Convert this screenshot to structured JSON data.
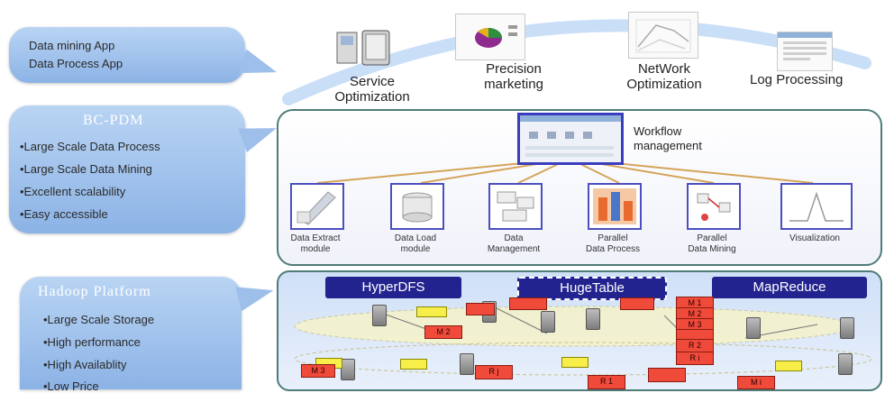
{
  "colors": {
    "callout_fill": "#9ebfe9",
    "panel_border": "#4e7c78",
    "module_border": "#4b4fbf",
    "header_fill": "#23238f",
    "red_node": "#ef4a3a",
    "yellow_node": "#f7ee4a",
    "connector": "#d4a45a"
  },
  "left": {
    "app_callout": {
      "lines": [
        "Data mining App",
        "Data Process App"
      ]
    },
    "bcpdm": {
      "title": "BC-PDM",
      "bullets": [
        "•Large Scale Data Process",
        "•Large Scale Data Mining",
        "•Excellent scalability",
        "•Easy accessible"
      ]
    },
    "hadoop": {
      "title": "Hadoop Platform",
      "bullets": [
        "•Large Scale Storage",
        "•High performance",
        "•High Availablity",
        "•Low Price"
      ]
    }
  },
  "apps": [
    {
      "line1": "Service",
      "line2": "Optimization"
    },
    {
      "line1": "Precision",
      "line2": "marketing"
    },
    {
      "line1": "NetWork",
      "line2": "Optimization"
    },
    {
      "line1": "Log Processing",
      "line2": ""
    }
  ],
  "workflow": {
    "line1": "Workflow",
    "line2": "management"
  },
  "modules": [
    {
      "line1": "Data Extract",
      "line2": "module"
    },
    {
      "line1": "Data Load",
      "line2": "module"
    },
    {
      "line1": "Data",
      "line2": "Management"
    },
    {
      "line1": "Parallel",
      "line2": "Data Process"
    },
    {
      "line1": "Parallel",
      "line2": "Data Mining"
    },
    {
      "line1": "Visualization",
      "line2": ""
    }
  ],
  "platform": {
    "headers": [
      "HyperDFS",
      "HugeTable",
      "MapReduce"
    ],
    "node_labels": {
      "m_left": "M 3",
      "m_mid": "M 2",
      "r_j": "R j",
      "r_1": "R 1",
      "r_2": "R 2",
      "r_i": "R i",
      "m_stack_top": "M 1",
      "m_stack_2": "M 2",
      "m_stack_3": "M 3",
      "m_right": "M i"
    }
  }
}
